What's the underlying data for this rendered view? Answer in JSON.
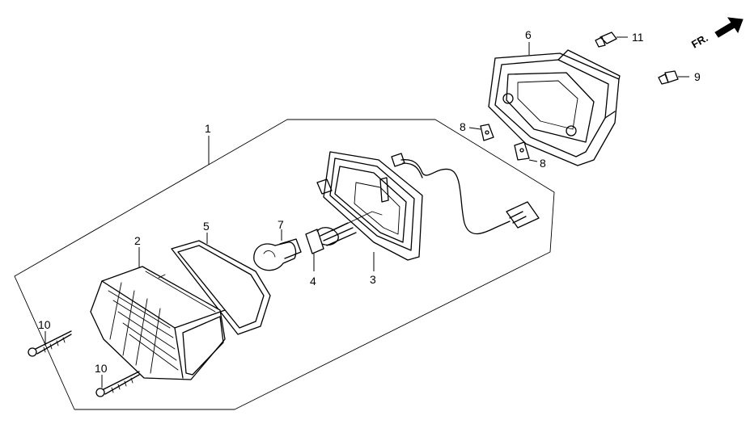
{
  "callouts": {
    "c1": "1",
    "c2": "2",
    "c3": "3",
    "c4": "4",
    "c5": "5",
    "c6": "6",
    "c7": "7",
    "c8a": "8",
    "c8b": "8",
    "c9": "9",
    "c10a": "10",
    "c10b": "10",
    "c11": "11"
  },
  "direction": {
    "label": "FR."
  }
}
